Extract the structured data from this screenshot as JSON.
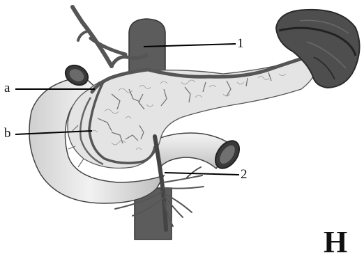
{
  "labels": {
    "one": "1",
    "a": "a",
    "b": "b",
    "two": "2"
  },
  "corner_text": "Н",
  "colors": {
    "background": "#ffffff",
    "vessel_gray": "#5a5a5a",
    "vessel_dark": "#3a3a3a",
    "gland_light": "#e6e6e6",
    "outline": "#222222"
  }
}
